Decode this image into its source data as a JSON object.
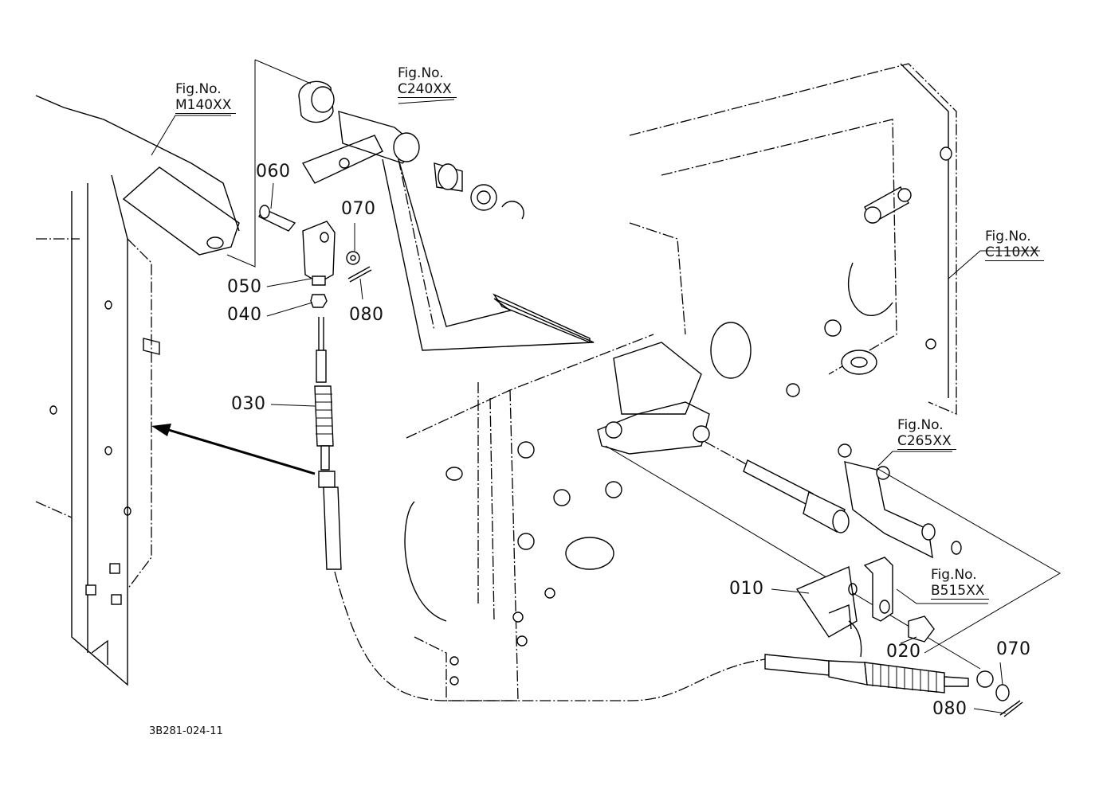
{
  "diagram": {
    "title": "Clutch pedal cable parts breakdown",
    "drawing_number": "3B281-024-11",
    "figure_references": [
      {
        "caption": "Fig.No.",
        "code": "M140XX"
      },
      {
        "caption": "Fig.No.",
        "code": "C240XX"
      },
      {
        "caption": "Fig.No.",
        "code": "C110XX"
      },
      {
        "caption": "Fig.No.",
        "code": "C265XX"
      },
      {
        "caption": "Fig.No.",
        "code": "B515XX"
      }
    ],
    "part_callouts": [
      {
        "number": "060"
      },
      {
        "number": "070"
      },
      {
        "number": "050"
      },
      {
        "number": "040"
      },
      {
        "number": "080"
      },
      {
        "number": "030"
      },
      {
        "number": "010"
      },
      {
        "number": "020"
      },
      {
        "number": "070"
      },
      {
        "number": "080"
      }
    ]
  }
}
